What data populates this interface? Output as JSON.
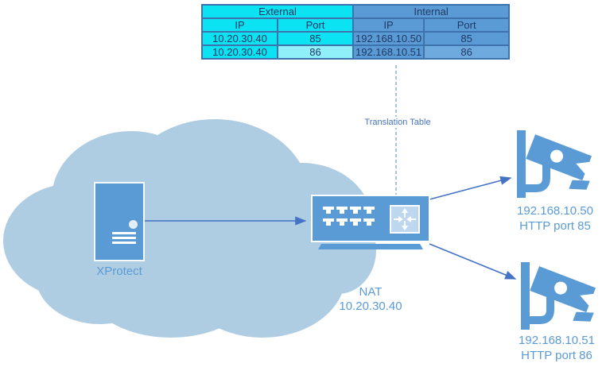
{
  "translation_table": {
    "label": "Translation Table",
    "group_headers": [
      "External",
      "Internal"
    ],
    "col_headers": [
      "IP",
      "Port",
      "IP",
      "Port"
    ],
    "rows": [
      [
        "10.20.30.40",
        "85",
        "192.168.10.50",
        "85"
      ],
      [
        "10.20.30.40",
        "86",
        "192.168.10.51",
        "86"
      ]
    ]
  },
  "cloud_server": {
    "label": "XProtect"
  },
  "nat": {
    "label": "NAT",
    "ip": "10.20.30.40"
  },
  "cameras": [
    {
      "ip": "192.168.10.50",
      "port_label": "HTTP port 85"
    },
    {
      "ip": "192.168.10.51",
      "port_label": "HTTP port 86"
    }
  ],
  "colors": {
    "shape_blue": "#5B9BD5",
    "cloud_fill": "#AFCDE2",
    "external_cyan": "#0BE2F2",
    "external_cyan_light": "#8FF0FA",
    "internal_blue": "#5B9BD5",
    "internal_blue_light": "#6FAADF",
    "table_border": "#3E72AD",
    "table_text": "#1F3864",
    "connector": "#4472C4",
    "label_text": "#5B9BD5",
    "router_square": "#BDD7EE"
  }
}
